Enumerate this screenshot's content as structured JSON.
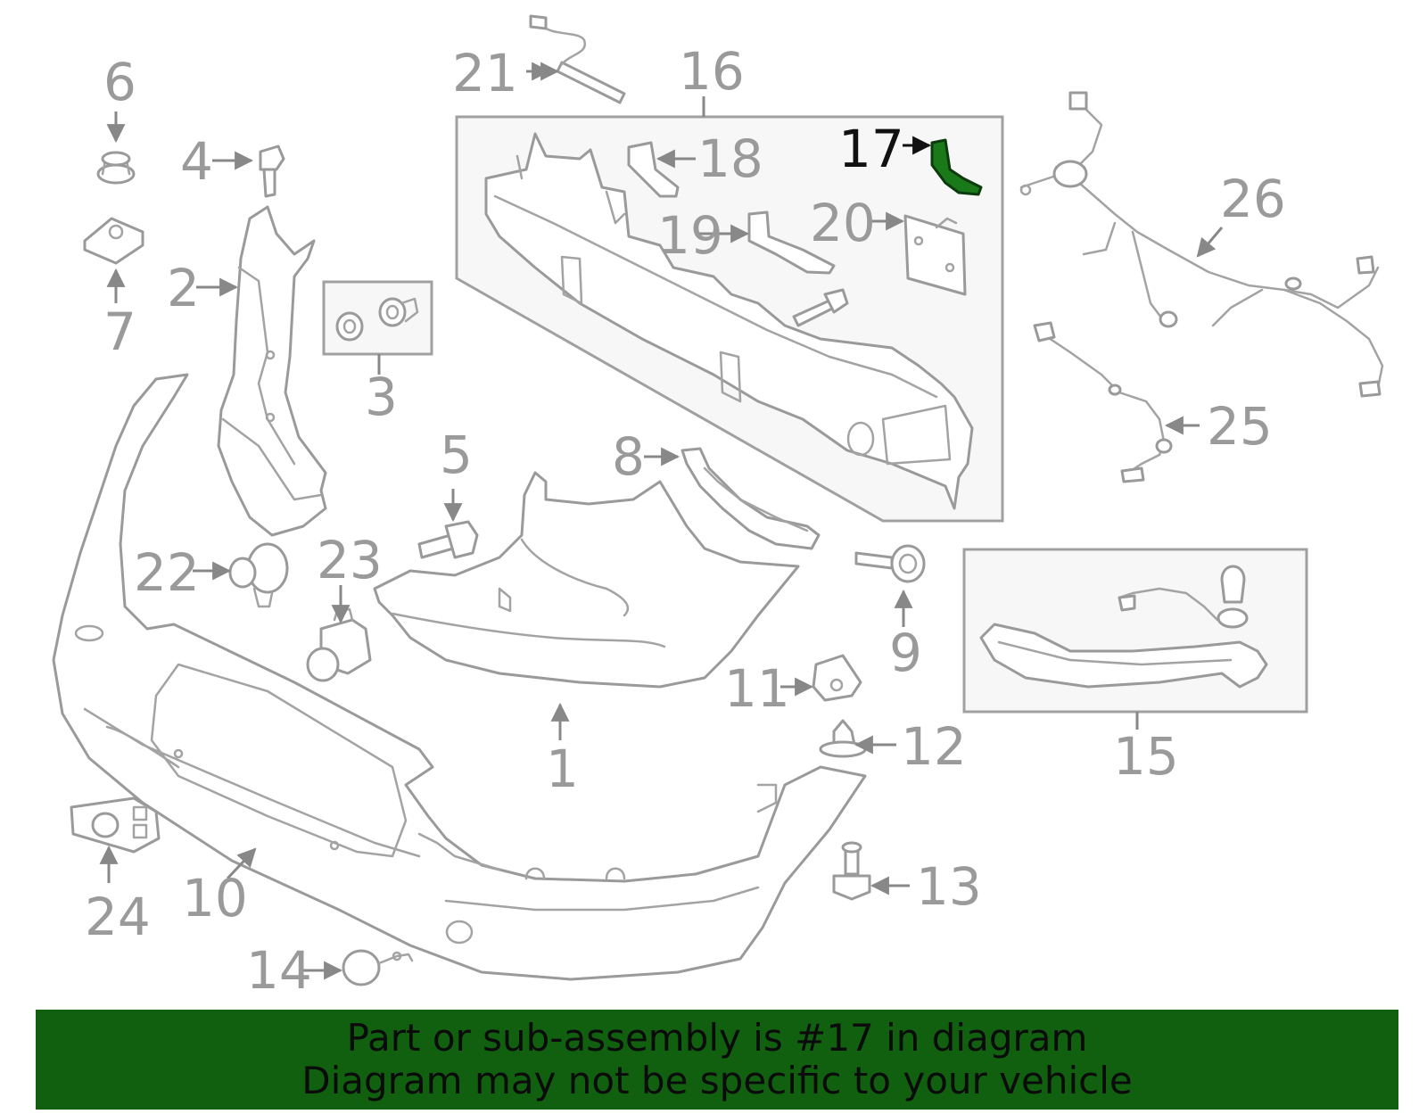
{
  "diagram": {
    "highlight_part": "17",
    "highlight_color": "#1a7a1a",
    "callouts": [
      {
        "id": "c1",
        "text": "1"
      },
      {
        "id": "c2",
        "text": "2"
      },
      {
        "id": "c3",
        "text": "3"
      },
      {
        "id": "c4",
        "text": "4"
      },
      {
        "id": "c5",
        "text": "5"
      },
      {
        "id": "c6",
        "text": "6"
      },
      {
        "id": "c7",
        "text": "7"
      },
      {
        "id": "c8",
        "text": "8"
      },
      {
        "id": "c9",
        "text": "9"
      },
      {
        "id": "c10",
        "text": "10"
      },
      {
        "id": "c11",
        "text": "11"
      },
      {
        "id": "c12",
        "text": "12"
      },
      {
        "id": "c13",
        "text": "13"
      },
      {
        "id": "c14",
        "text": "14"
      },
      {
        "id": "c15",
        "text": "15"
      },
      {
        "id": "c16",
        "text": "16"
      },
      {
        "id": "c17",
        "text": "17"
      },
      {
        "id": "c18",
        "text": "18"
      },
      {
        "id": "c19",
        "text": "19"
      },
      {
        "id": "c20",
        "text": "20"
      },
      {
        "id": "c21",
        "text": "21"
      },
      {
        "id": "c22",
        "text": "22"
      },
      {
        "id": "c23",
        "text": "23"
      },
      {
        "id": "c24",
        "text": "24"
      },
      {
        "id": "c25",
        "text": "25"
      },
      {
        "id": "c26",
        "text": "26"
      }
    ]
  },
  "footer": {
    "line1": "Part or sub-assembly is #17 in diagram",
    "line2": "Diagram may not be specific to your vehicle",
    "background": "#106010"
  }
}
